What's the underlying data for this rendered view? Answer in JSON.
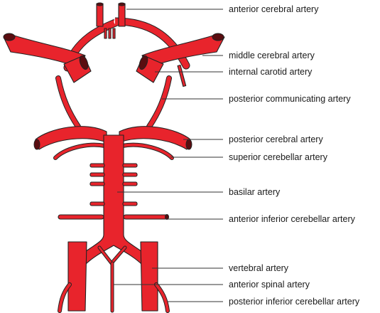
{
  "labels": [
    {
      "id": "anterior-cerebral",
      "text": "anterior cerebral artery"
    },
    {
      "id": "middle-cerebral",
      "text": "middle cerebral artery"
    },
    {
      "id": "internal-carotid",
      "text": "internal carotid artery"
    },
    {
      "id": "posterior-communicating",
      "text": "posterior communicating artery"
    },
    {
      "id": "posterior-cerebral",
      "text": "posterior cerebral artery"
    },
    {
      "id": "superior-cerebellar",
      "text": "superior cerebellar artery"
    },
    {
      "id": "basilar",
      "text": "basilar artery"
    },
    {
      "id": "anterior-inferior-cerebellar",
      "text": "anterior inferior cerebellar artery"
    },
    {
      "id": "vertebral",
      "text": "vertebral artery"
    },
    {
      "id": "anterior-spinal",
      "text": "anterior spinal artery"
    },
    {
      "id": "posterior-inferior-cerebellar",
      "text": "posterior inferior cerebellar artery"
    }
  ],
  "colors": {
    "artery": "#e8242c",
    "outline": "#222222",
    "vessel_end": "#5a0d10"
  }
}
